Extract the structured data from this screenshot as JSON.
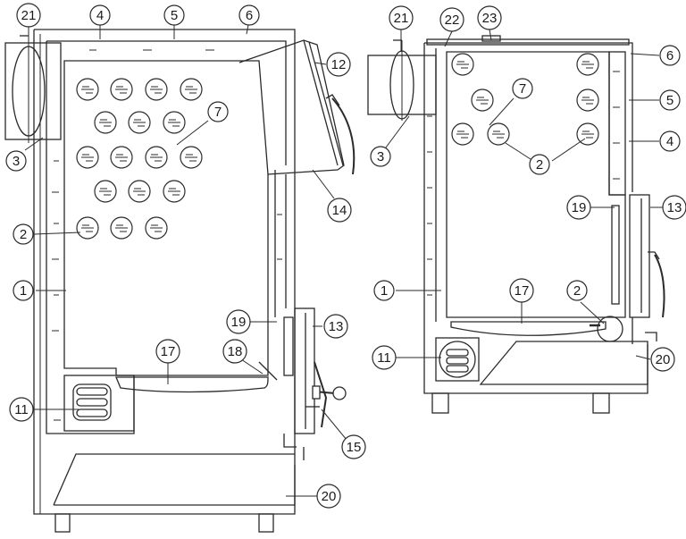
{
  "left_view": {
    "callouts": [
      "21",
      "4",
      "5",
      "6",
      "12",
      "7",
      "3",
      "14",
      "2",
      "1",
      "19",
      "13",
      "17",
      "18",
      "11",
      "15",
      "20"
    ]
  },
  "right_view": {
    "callouts": [
      "21",
      "22",
      "23",
      "6",
      "7",
      "5",
      "3",
      "2",
      "4",
      "19",
      "13",
      "1",
      "17",
      "2",
      "11",
      "20"
    ]
  },
  "colors": {
    "line": "#2a2a2a",
    "background": "#ffffff"
  }
}
